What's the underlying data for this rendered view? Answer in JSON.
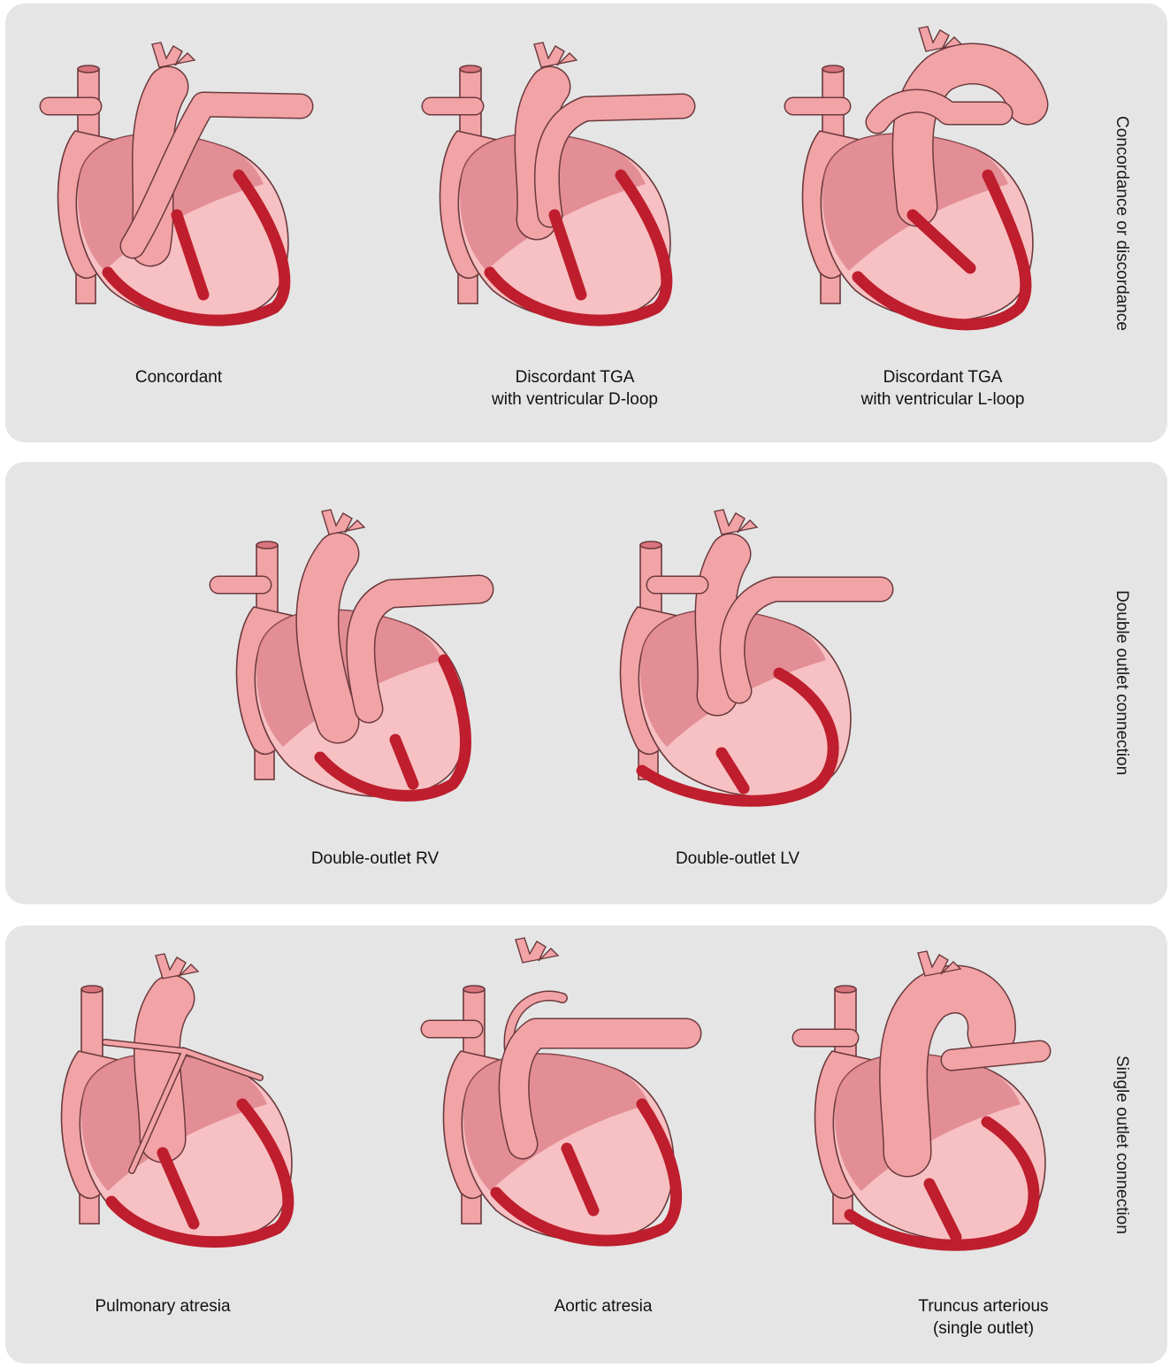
{
  "rows": [
    {
      "label": "Concordance or discordance",
      "items": [
        {
          "caption": [
            "Concordant"
          ],
          "variant": "concordant",
          "icon": "heart-concordant-icon"
        },
        {
          "caption": [
            "Discordant TGA",
            "with ventricular D-loop"
          ],
          "variant": "tga-d",
          "icon": "heart-tga-d-loop-icon"
        },
        {
          "caption": [
            "Discordant TGA",
            "with ventricular L-loop"
          ],
          "variant": "tga-l",
          "icon": "heart-tga-l-loop-icon"
        }
      ]
    },
    {
      "label": "Double outlet connection",
      "items": [
        {
          "caption": [
            "Double-outlet RV"
          ],
          "variant": "dorv",
          "icon": "heart-double-outlet-rv-icon"
        },
        {
          "caption": [
            "Double-outlet LV"
          ],
          "variant": "dolv",
          "icon": "heart-double-outlet-lv-icon"
        }
      ]
    },
    {
      "label": "Single outlet connection",
      "items": [
        {
          "caption": [
            "Pulmonary atresia"
          ],
          "variant": "pa",
          "icon": "heart-pulmonary-atresia-icon"
        },
        {
          "caption": [
            "Aortic atresia"
          ],
          "variant": "aa",
          "icon": "heart-aortic-atresia-icon"
        },
        {
          "caption": [
            "Truncus arterious",
            "(single outlet)"
          ],
          "variant": "truncus",
          "icon": "heart-truncus-arteriosus-icon"
        }
      ]
    }
  ],
  "colors": {
    "panel": "#e5e5e5",
    "flesh": "#f2a3a6",
    "flesh_dark": "#d9737c",
    "flesh_light": "#f7c0c2",
    "outline": "#6b3a3d",
    "conduction": "#be1e2d",
    "text": "#111111"
  }
}
